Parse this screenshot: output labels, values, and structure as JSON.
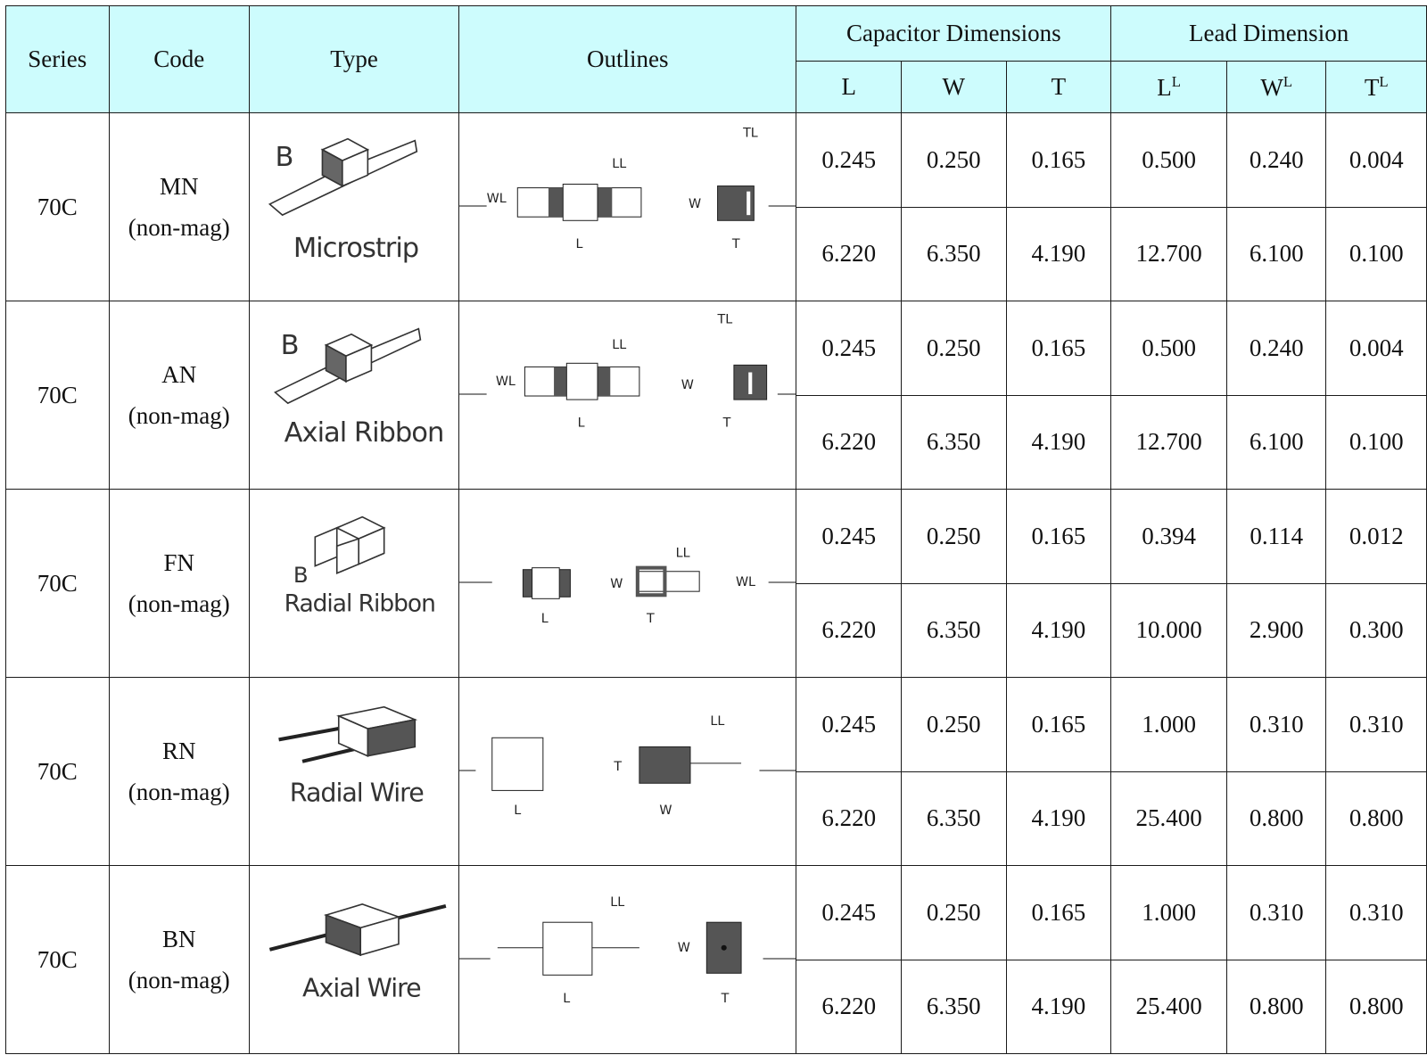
{
  "headers": {
    "series": "Series",
    "code": "Code",
    "type": "Type",
    "outlines": "Outlines",
    "capacitor_dimensions": "Capacitor Dimensions",
    "lead_dimension": "Lead Dimension",
    "cap_cols": [
      "L",
      "W",
      "T"
    ],
    "lead_cols": [
      {
        "base": "L",
        "sub": "L"
      },
      {
        "base": "W",
        "sub": "L"
      },
      {
        "base": "T",
        "sub": "L"
      }
    ]
  },
  "rows": [
    {
      "series": "70C",
      "code": "MN",
      "note": "(non-mag)",
      "type_label": "Microstrip",
      "type_icon": "microstrip-icon",
      "b_label": "B",
      "values": [
        [
          "0.245",
          "0.250",
          "0.165",
          "0.500",
          "0.240",
          "0.004"
        ],
        [
          "6.220",
          "6.350",
          "4.190",
          "12.700",
          "6.100",
          "0.100"
        ]
      ]
    },
    {
      "series": "70C",
      "code": "AN",
      "note": "(non-mag)",
      "type_label": "Axial Ribbon",
      "type_icon": "axial-ribbon-icon",
      "b_label": "B",
      "values": [
        [
          "0.245",
          "0.250",
          "0.165",
          "0.500",
          "0.240",
          "0.004"
        ],
        [
          "6.220",
          "6.350",
          "4.190",
          "12.700",
          "6.100",
          "0.100"
        ]
      ]
    },
    {
      "series": "70C",
      "code": "FN",
      "note": "(non-mag)",
      "type_label": "Radial Ribbon",
      "type_icon": "radial-ribbon-icon",
      "b_label": "B",
      "values": [
        [
          "0.245",
          "0.250",
          "0.165",
          "0.394",
          "0.114",
          "0.012"
        ],
        [
          "6.220",
          "6.350",
          "4.190",
          "10.000",
          "2.900",
          "0.300"
        ]
      ]
    },
    {
      "series": "70C",
      "code": "RN",
      "note": "(non-mag)",
      "type_label": "Radial Wire",
      "type_icon": "radial-wire-icon",
      "values": [
        [
          "0.245",
          "0.250",
          "0.165",
          "1.000",
          "0.310",
          "0.310"
        ],
        [
          "6.220",
          "6.350",
          "4.190",
          "25.400",
          "0.800",
          "0.800"
        ]
      ]
    },
    {
      "series": "70C",
      "code": "BN",
      "note": "(non-mag)",
      "type_label": "Axial Wire",
      "type_icon": "axial-wire-icon",
      "values": [
        [
          "0.245",
          "0.250",
          "0.165",
          "1.000",
          "0.310",
          "0.310"
        ],
        [
          "6.220",
          "6.350",
          "4.190",
          "25.400",
          "0.800",
          "0.800"
        ]
      ]
    }
  ],
  "outline_labels": {
    "wl": "WL",
    "ll": "LL",
    "tl": "TL",
    "w": "W",
    "l": "L",
    "t": "T"
  },
  "colors": {
    "header_bg": "#cdfcfd",
    "grid": "#1a1a1a",
    "component_dark": "#555555"
  }
}
